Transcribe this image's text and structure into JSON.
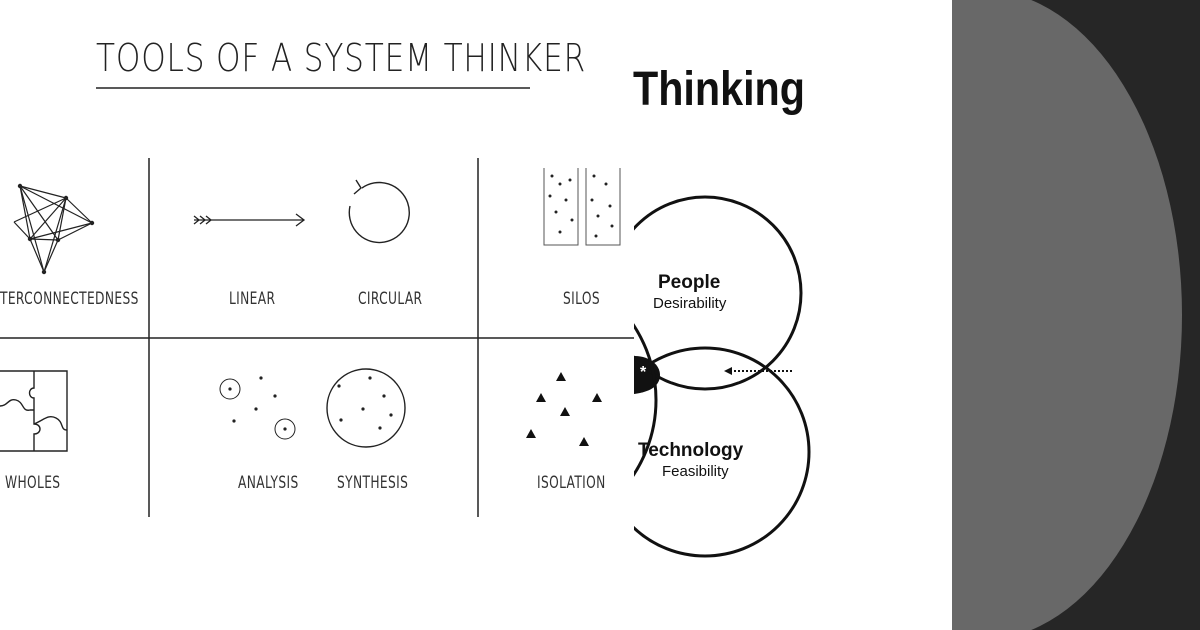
{
  "systems_thinking_sketch": {
    "title": "TOOLS OF A SYSTEM THINKER",
    "labels": {
      "interconnectedness": "TERCONNECTEDNESS",
      "linear": "LINEAR",
      "circular": "CIRCULAR",
      "silos": "SILOS",
      "wholes": "WHOLES",
      "analysis": "ANALYSIS",
      "synthesis": "SYNTHESIS",
      "isolation": "ISOLATION"
    }
  },
  "design_thinking_slide": {
    "title": "Thinking",
    "people": {
      "label": "People",
      "sublabel": "Desirability"
    },
    "technology": {
      "label": "Technology",
      "sublabel": "Feasibility"
    },
    "intersection_marker": "*"
  },
  "colors": {
    "ink": "#111111",
    "slide_dark": "#262626",
    "slide_disc": "#686868"
  }
}
